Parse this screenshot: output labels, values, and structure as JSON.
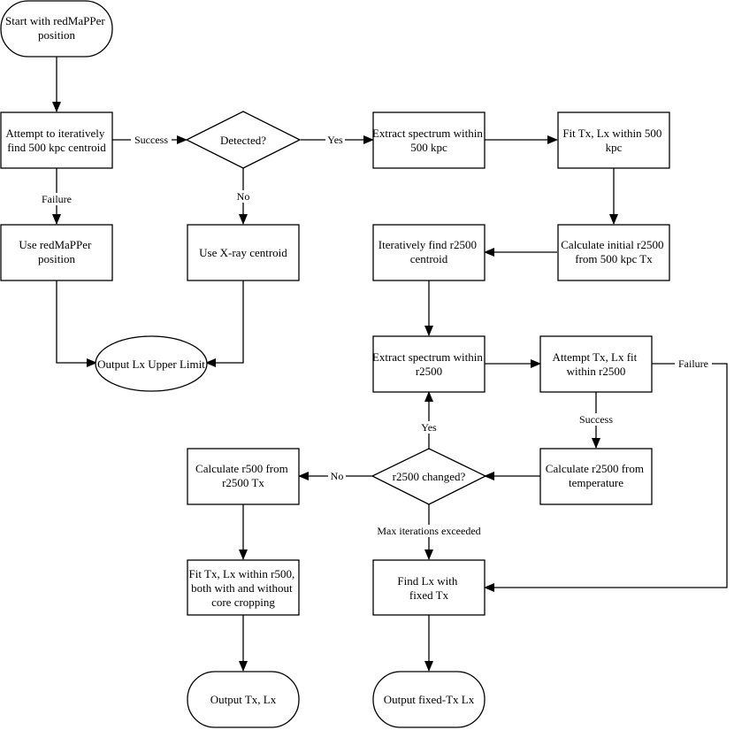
{
  "nodes": {
    "start": "Start with redMaPPer position",
    "attempt_500_centroid": "Attempt to iteratively find 500 kpc centroid",
    "detected": "Detected?",
    "extract_500": "Extract spectrum within 500 kpc",
    "fit_500": "Fit Tx, Lx within 500 kpc",
    "use_redmapper": "Use redMaPPer position",
    "use_xray": "Use X-ray centroid",
    "find_r2500": "Iteratively find r2500 centroid",
    "calc_initial_r2500": "Calculate initial r2500 from 500 kpc Tx",
    "output_upper_limit": "Output Lx Upper Limit",
    "extract_r2500": "Extract spectrum within r2500",
    "attempt_fit_r2500": "Attempt Tx, Lx fit within r2500",
    "calc_r500": "Calculate r500 from r2500 Tx",
    "r2500_changed": "r2500 changed?",
    "calc_r2500_temp": "Calculate r2500 from temperature",
    "fit_r500": "Fit Tx, Lx within r500, both with and without core cropping",
    "find_lx_fixed": "Find Lx with fixed Tx",
    "output_tx_lx": "Output Tx, Lx",
    "output_fixed_lx": "Output fixed-Tx Lx"
  },
  "edges": {
    "success": "Success",
    "yes": "Yes",
    "failure": "Failure",
    "no": "No",
    "max_iterations": "Max iterations exceeded"
  }
}
